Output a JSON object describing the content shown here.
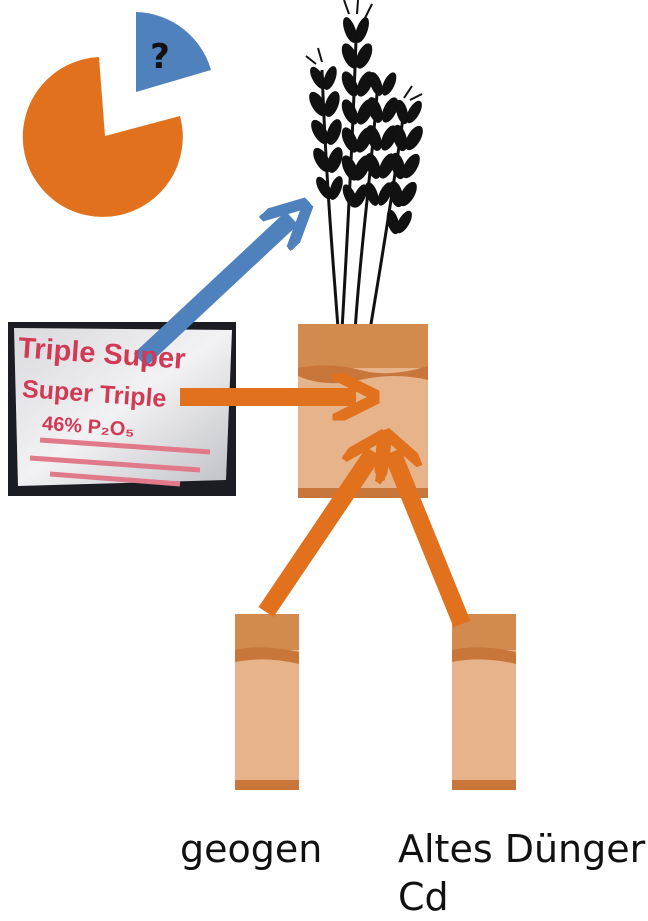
{
  "pie": {
    "question_mark": "?",
    "colors": {
      "main": "#E2711D",
      "slice": "#4F81BD"
    }
  },
  "fertilizer_bag": {
    "line1": "Triple Super",
    "line2": "Super  Triple",
    "line3": "46% P₂O₅"
  },
  "labels": {
    "geogen": "geogen",
    "altes_duenger": "Altes Dünger Cd"
  },
  "colors": {
    "arrow_orange": "#E2711D",
    "arrow_blue": "#4F81BD",
    "soil_light": "#E6B38A",
    "soil_dark": "#C8763A"
  }
}
